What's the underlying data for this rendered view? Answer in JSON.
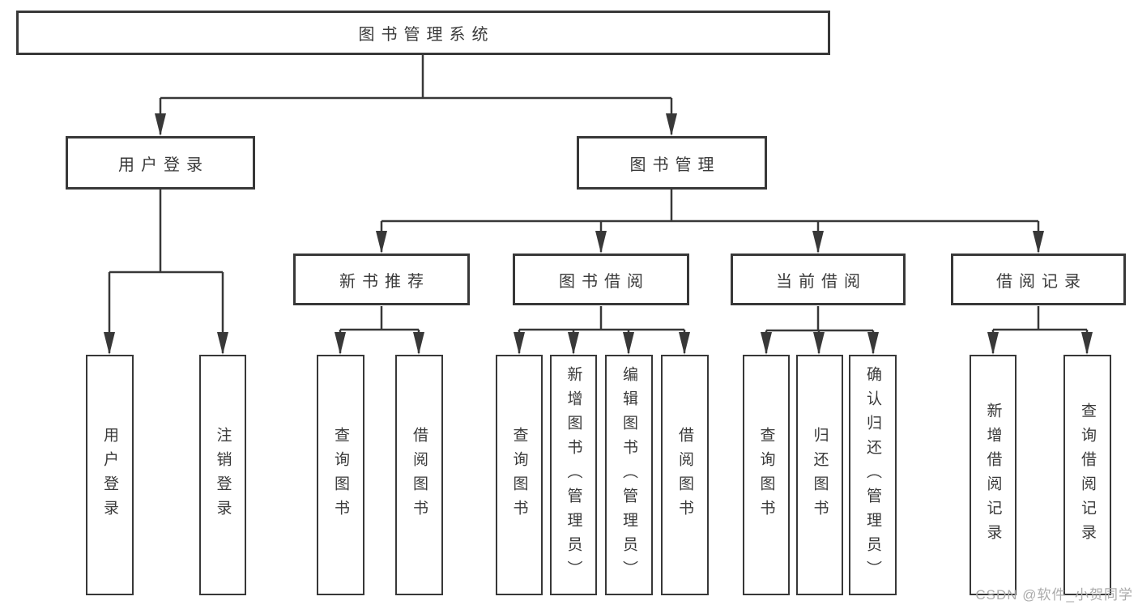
{
  "tree": {
    "label": "图书管理系统",
    "children": [
      {
        "label": "用户登录",
        "children": [
          {
            "label": "用户登录"
          },
          {
            "label": "注销登录"
          }
        ]
      },
      {
        "label": "图书管理",
        "children": [
          {
            "label": "新书推荐",
            "children": [
              {
                "label": "查询图书"
              },
              {
                "label": "借阅图书"
              }
            ]
          },
          {
            "label": "图书借阅",
            "children": [
              {
                "label": "查询图书"
              },
              {
                "label": "新增图书（管理员）"
              },
              {
                "label": "编辑图书（管理员）"
              },
              {
                "label": "借阅图书"
              }
            ]
          },
          {
            "label": "当前借阅",
            "children": [
              {
                "label": "查询图书"
              },
              {
                "label": "归还图书"
              },
              {
                "label": "确认归还（管理员）"
              }
            ]
          },
          {
            "label": "借阅记录",
            "children": [
              {
                "label": "新增借阅记录"
              },
              {
                "label": "查询借阅记录"
              }
            ]
          }
        ]
      }
    ]
  },
  "watermark": {
    "text": "CSDN @软件_小贺同学"
  },
  "colors": {
    "line": "#383838",
    "text": "#3a3a3a",
    "watermark": "#ababab",
    "background": "#ffffff"
  }
}
